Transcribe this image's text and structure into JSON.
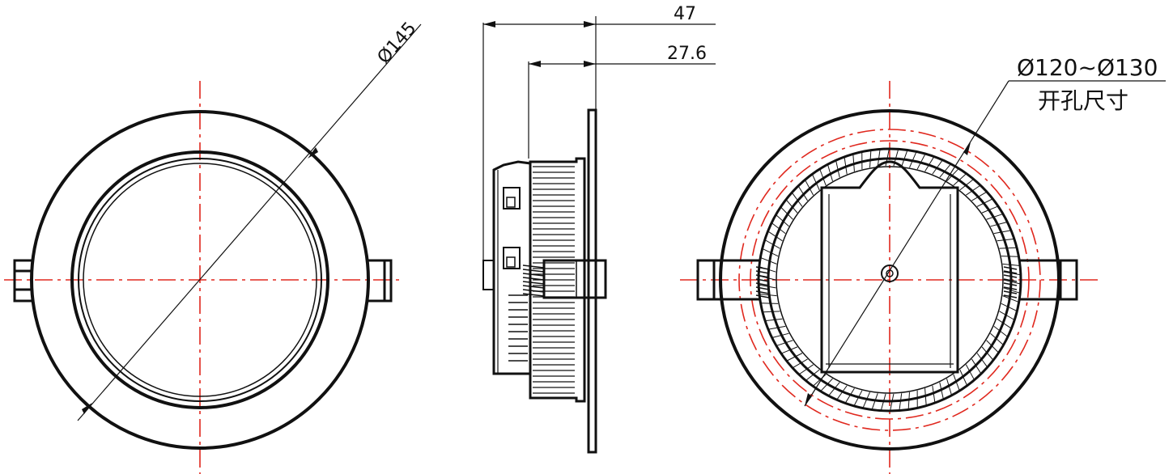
{
  "drawing": {
    "colors": {
      "outline": "#111111",
      "centerline": "#e0281e",
      "background": "#ffffff"
    },
    "views": {
      "front": {
        "name": "front-view",
        "diameter_label": "Ø145"
      },
      "side": {
        "name": "side-view",
        "depth_total_label": "47",
        "depth_body_label": "27.6"
      },
      "back": {
        "name": "back-view",
        "cutout_label": "Ø120~Ø130",
        "cutout_caption": "开孔尺寸"
      }
    }
  }
}
